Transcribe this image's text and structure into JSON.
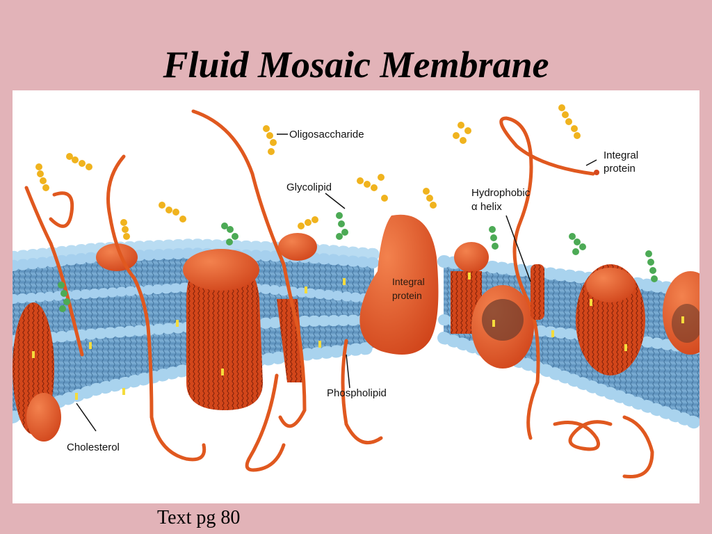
{
  "slide": {
    "title": "Fluid Mosaic Membrane",
    "caption": "Text pg 80"
  },
  "colors": {
    "background": "#e2b3b8",
    "phospholipid_head": "#a9d3ee",
    "membrane_tail": "#6d9fc6",
    "protein": "#e0521e",
    "carbohydrate": "#f0b31e",
    "glycolipid_sugar": "#4caa55",
    "cholesterol": "#f5dc3c"
  },
  "diagram": {
    "labels": {
      "oligosaccharide": "Oligosaccharide",
      "integral_protein_top_1": "Integral",
      "integral_protein_top_2": "protein",
      "glycolipid": "Glycolipid",
      "hydrophobic_1": "Hydrophobic",
      "hydrophobic_2": "α helix",
      "integral_protein_center_1": "Integral",
      "integral_protein_center_2": "protein",
      "phospholipid": "Phospholipid",
      "cholesterol": "Cholesterol"
    }
  }
}
